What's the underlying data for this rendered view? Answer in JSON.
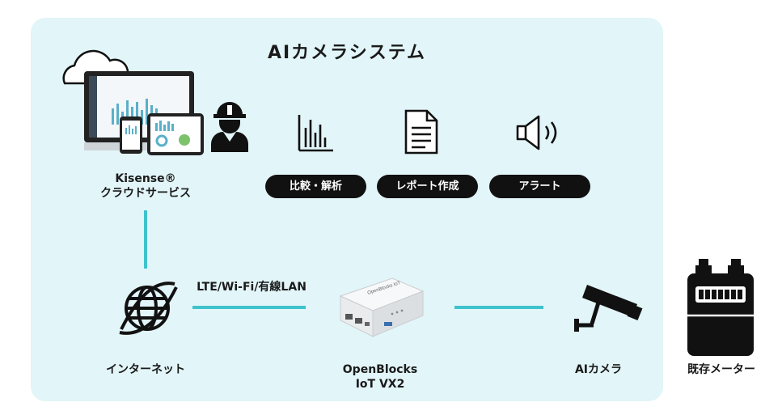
{
  "diagram": {
    "system_title": "AIカメラシステム",
    "cloud": {
      "name_line1": "Kisense®",
      "name_line2": "クラウドサービス"
    },
    "functions": [
      {
        "label": "比較・解析",
        "icon": "bar-chart-icon"
      },
      {
        "label": "レポート作成",
        "icon": "document-icon"
      },
      {
        "label": "アラート",
        "icon": "speaker-icon"
      }
    ],
    "nodes": {
      "internet": {
        "label": "インターネット",
        "icon": "globe-icon"
      },
      "gateway": {
        "line1": "OpenBlocks",
        "line2": "IoT VX2"
      },
      "camera": {
        "label": "AIカメラ",
        "icon": "security-camera-icon"
      },
      "meter": {
        "label": "既存メーター",
        "icon": "gas-meter-icon"
      }
    },
    "link_label": "LTE/Wi-Fi/有線LAN"
  },
  "colors": {
    "panel": "#e2f5f8",
    "connector": "#3fc3cc",
    "pill": "#111111"
  }
}
